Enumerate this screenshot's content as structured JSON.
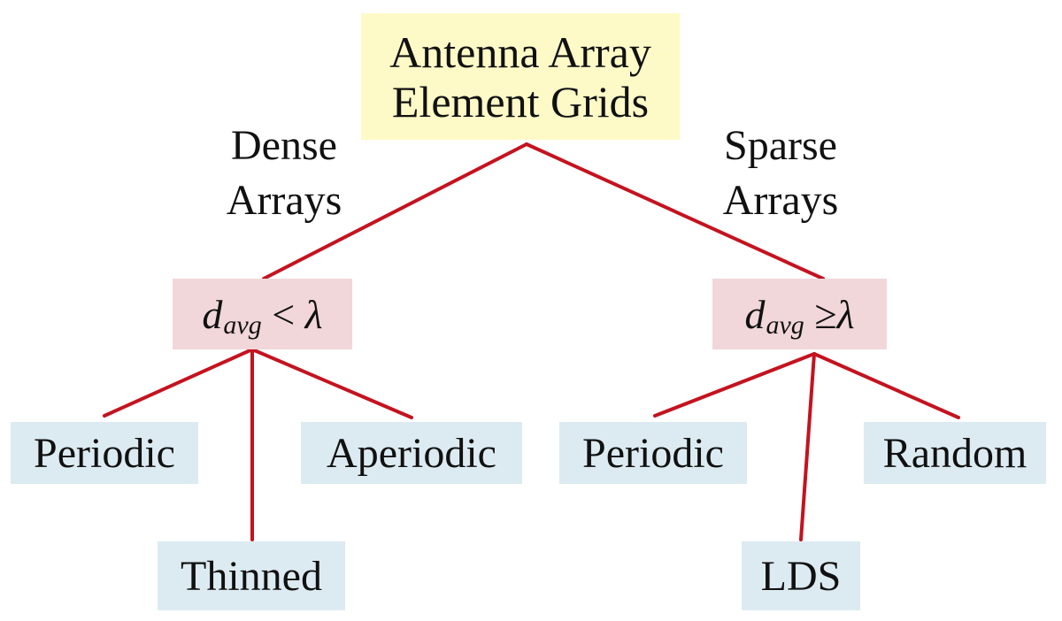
{
  "root": {
    "line1": "Antenna Array",
    "line2": "Element Grids"
  },
  "branches": {
    "dense": {
      "line1": "Dense",
      "line2": "Arrays"
    },
    "sparse": {
      "line1": "Sparse",
      "line2": "Arrays"
    }
  },
  "conditions": {
    "dense": {
      "var": "d",
      "sub": "avg",
      "op": "<",
      "sym": "λ"
    },
    "sparse": {
      "var": "d",
      "sub": "avg",
      "op": "≥",
      "sym": "λ"
    }
  },
  "leaves": {
    "dense": [
      "Periodic",
      "Thinned",
      "Aperiodic"
    ],
    "sparse": [
      "Periodic",
      "LDS",
      "Random"
    ]
  },
  "colors": {
    "root_fill": "#fdfac7",
    "condition_fill": "#f1d7d9",
    "leaf_fill": "#dcebf1",
    "edge": "#c4131f"
  }
}
